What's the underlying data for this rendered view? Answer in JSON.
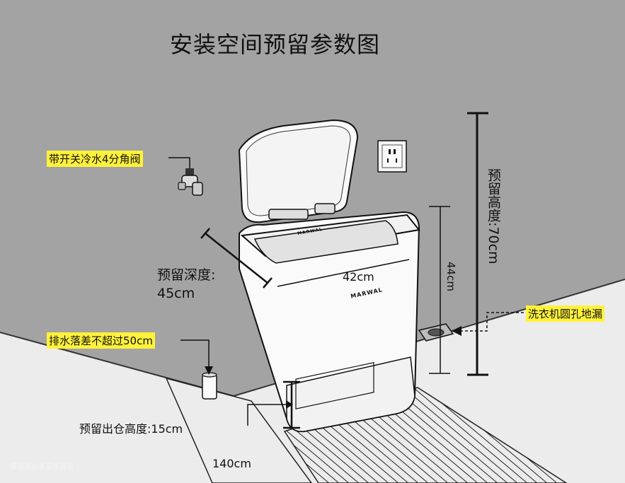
{
  "title": "安装空间预留参数图",
  "labels": {
    "valve": "带开关冷水4分角阀",
    "depth_name": "预留深度:",
    "depth_value": "45cm",
    "width": "42cm",
    "inner_height": "44cm",
    "reserved_height": "预留高度:70cm",
    "floor_drain": "洗衣机圆孔地漏",
    "drain_drop": "排水落差不超过50cm",
    "base_height": "预留出仓高度:15cm",
    "floor_width": "140cm",
    "brand_front": "MARWAL",
    "brand_lid": "MARWAL",
    "watermark": "值得买@果苗成管路"
  },
  "colors": {
    "highlight": "#fff23a",
    "wall": "#a3a3a3",
    "floor": "#ececec",
    "line": "#111111"
  },
  "icons": [
    "angle-valve-icon",
    "wall-socket-icon",
    "floor-drain-icon",
    "drain-pipe-icon",
    "arrow-right-icon",
    "arrow-left-icon"
  ]
}
